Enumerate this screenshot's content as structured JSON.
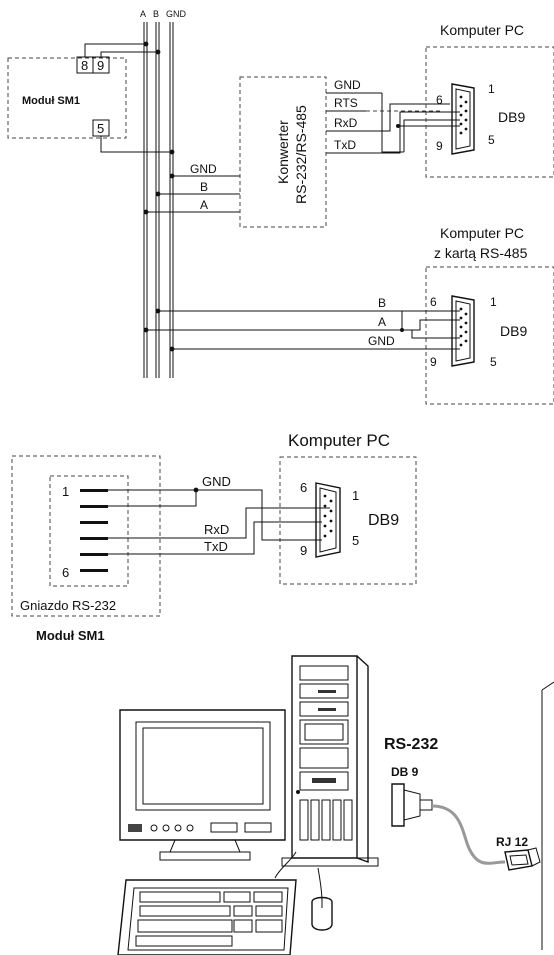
{
  "bus": {
    "a": "A",
    "b": "B",
    "gnd": "GND"
  },
  "section1": {
    "module_title": "Moduł SM1",
    "pin8": "8",
    "pin9": "9",
    "pin5": "5",
    "wire_gnd": "GND",
    "wire_b": "B",
    "wire_a": "A",
    "converter_line1": "Konwerter",
    "converter_line2": "RS-232/RS-485",
    "sig_gnd": "GND",
    "sig_rts": "RTS",
    "sig_rxd": "RxD",
    "sig_txd": "TxD",
    "pc_title": "Komputer PC",
    "pin_6": "6",
    "pin_9": "9",
    "pin_1": "1",
    "pin_5": "5",
    "connector": "DB9"
  },
  "section2": {
    "pc_title_line1": "Komputer PC",
    "pc_title_line2": "z kartą RS-485",
    "wire_b": "B",
    "wire_a": "A",
    "wire_gnd": "GND",
    "pin_6": "6",
    "pin_9": "9",
    "pin_1": "1",
    "pin_5": "5",
    "connector": "DB9"
  },
  "section3": {
    "pc_title": "Komputer PC",
    "socket_pin1": "1",
    "socket_pin6": "6",
    "socket_label": "Gniazdo RS-232",
    "module_label": "Moduł SM1",
    "wire_gnd": "GND",
    "wire_rxd": "RxD",
    "wire_txd": "TxD",
    "pin_6": "6",
    "pin_9": "9",
    "pin_1": "1",
    "pin_5": "5",
    "connector": "DB9"
  },
  "section4": {
    "rs232": "RS-232",
    "db9": "DB 9",
    "rj12": "RJ 12"
  }
}
